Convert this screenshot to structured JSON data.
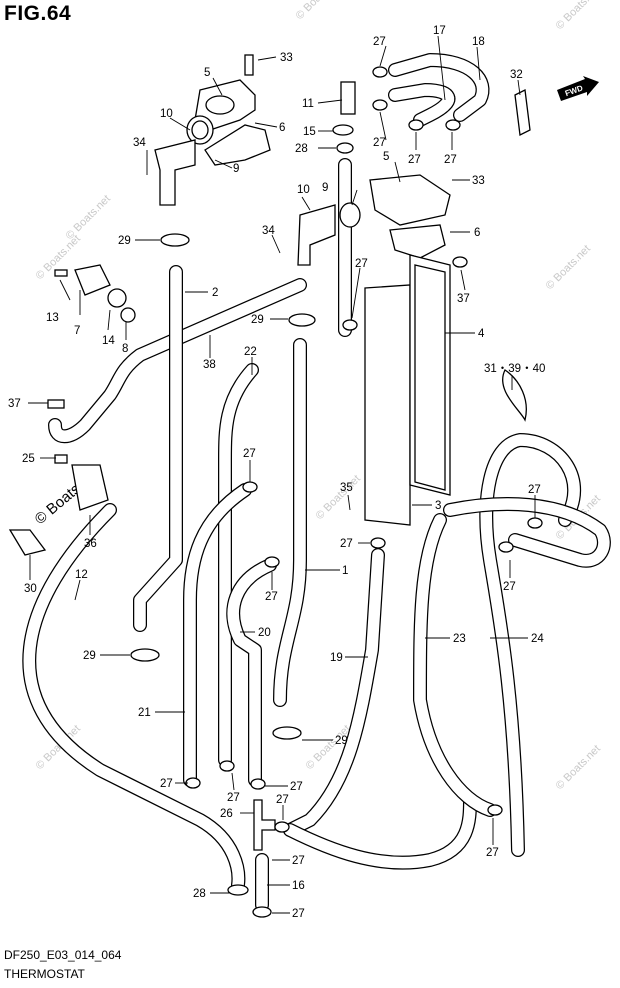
{
  "figure": {
    "title": "FIG.64",
    "model_code": "DF250_E03_014_064",
    "section_name": "THERMOSTAT",
    "direction_badge": "FWD",
    "watermark": "© Boats.net"
  },
  "callouts": {
    "c33a": "33",
    "c5a": "5",
    "c6a": "6",
    "c10a": "10",
    "c34a": "34",
    "c9a": "9",
    "c29a": "29",
    "c27a": "27",
    "c17": "17",
    "c18": "18",
    "c32": "32",
    "c11": "11",
    "c27b": "27",
    "c15": "15",
    "c28a": "28",
    "c27c": "27",
    "c27d": "27",
    "c33b": "33",
    "c9b": "9",
    "c10b": "10",
    "c5b": "5",
    "c6b": "6",
    "c34b": "34",
    "c27e": "27",
    "c37a": "37",
    "c13": "13",
    "c7": "7",
    "c14": "14",
    "c8": "8",
    "c2": "2",
    "c29b": "29",
    "c4": "4",
    "c38": "38",
    "c22": "22",
    "c31": "31・39・40",
    "c37b": "37",
    "c25": "25",
    "c27f": "27",
    "c35": "35",
    "c3": "3",
    "c27g": "27",
    "c36": "36",
    "c27h": "27",
    "c27i": "27",
    "c30": "30",
    "c12": "12",
    "c1": "1",
    "c27j": "27",
    "c20": "20",
    "c19": "19",
    "c23": "23",
    "c24": "24",
    "c29c": "29",
    "c21": "21",
    "c29d": "29",
    "c27k": "27",
    "c27l": "27",
    "c27m": "27",
    "c27n": "27",
    "c26": "26",
    "c27o": "27",
    "c27p": "27",
    "c28b": "28",
    "c16": "16",
    "c27q": "27"
  }
}
